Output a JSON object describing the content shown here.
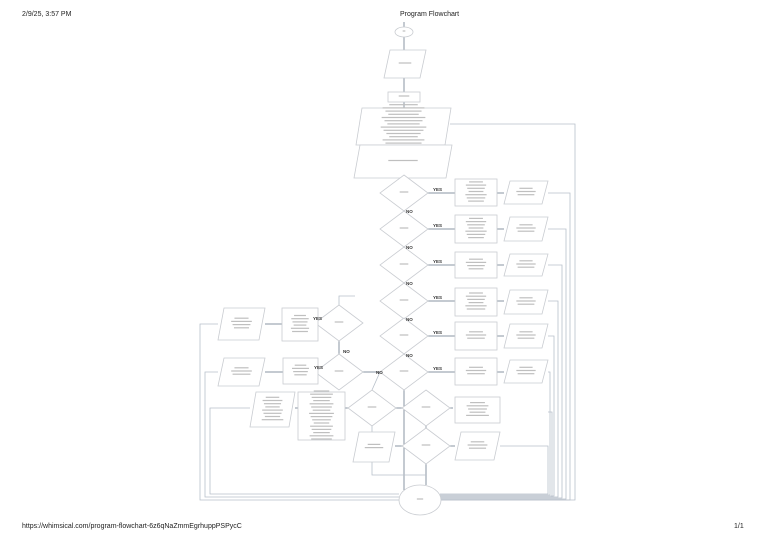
{
  "header": {
    "datetime": "2/9/25, 3:57 PM",
    "title": "Program Flowchart"
  },
  "footer": {
    "url": "https://whimsical.com/program-flowchart-6z6qNaZmmEgrhuppPSPycC",
    "page": "1/1"
  },
  "flowchart": {
    "yes_label": "YES",
    "no_label": "NO"
  },
  "colors": {
    "connector": "#8a95a3",
    "shape_border": "#c9ccd1"
  }
}
